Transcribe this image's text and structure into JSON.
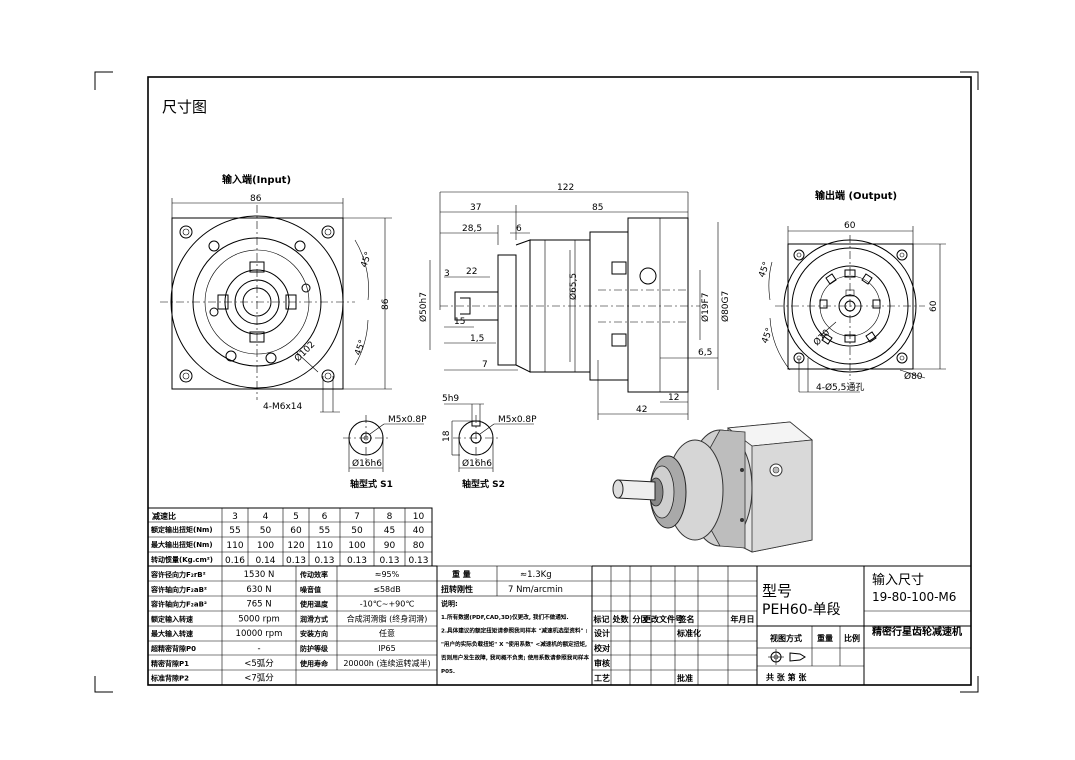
{
  "sheet": {
    "section_title": "尺寸图",
    "input_title": "输入端(Input)",
    "output_title": "输出端 (Output)",
    "shaft_s1_caption": "轴型式 S1",
    "shaft_s2_caption": "轴型式 S2"
  },
  "input_view": {
    "width": "86",
    "height": "86",
    "angle_top": "45°",
    "angle_bottom": "45°",
    "pcd": "Ø102",
    "holes": "4-M6x14"
  },
  "side_view": {
    "total": "122",
    "d37": "37",
    "d85": "85",
    "d28_5": "28,5",
    "d6": "6",
    "d3": "3",
    "d22": "22",
    "d15": "15",
    "d1_5": "1,5",
    "d7": "7",
    "d6_5": "6,5",
    "d12": "12",
    "d42": "42",
    "dia50": "Ø50h7",
    "dia65": "Ø65,5",
    "dia19": "Ø19F7",
    "dia80": "Ø80G7"
  },
  "output_view": {
    "width": "60",
    "height": "60",
    "angle_top": "45°",
    "angle_bottom": "45°",
    "pcd": "Ø70",
    "dia80": "Ø80",
    "holes": "4-Ø5,5通孔"
  },
  "shaft_s1": {
    "thread": "M5x0.8P",
    "dia": "Ø16h6"
  },
  "shaft_s2": {
    "key": "5h9",
    "height": "18",
    "thread": "M5x0.8P",
    "dia": "Ø16h6"
  },
  "ratio_table": {
    "header_label": "减速比",
    "ratios": [
      "3",
      "4",
      "5",
      "6",
      "7",
      "8",
      "10"
    ],
    "rows": [
      {
        "label": "额定输出扭矩(Nm)",
        "values": [
          "55",
          "50",
          "60",
          "55",
          "50",
          "45",
          "40"
        ]
      },
      {
        "label": "最大输出扭矩(Nm)",
        "values": [
          "110",
          "100",
          "120",
          "110",
          "100",
          "90",
          "80"
        ]
      },
      {
        "label": "转动惯量(Kg.cm²)",
        "values": [
          "0.16",
          "0.14",
          "0.13",
          "0.13",
          "0.13",
          "0.13",
          "0.13"
        ]
      }
    ]
  },
  "spec_table": {
    "left": [
      {
        "label": "容许径向力F₂rB²",
        "value": "1530 N"
      },
      {
        "label": "容许轴向力F₂aB²",
        "value": "630 N"
      },
      {
        "label": "容许轴向力F₂aB²",
        "value": "765 N"
      },
      {
        "label": "额定输入转速",
        "value": "5000 rpm"
      },
      {
        "label": "最大输入转速",
        "value": "10000 rpm"
      },
      {
        "label": "超精密背隙P0",
        "value": "-"
      },
      {
        "label": "精密背隙P1",
        "value": "<5弧分"
      },
      {
        "label": "标准背隙P2",
        "value": "<7弧分"
      }
    ],
    "middle": [
      {
        "label": "传动效率",
        "value": "≈95%"
      },
      {
        "label": "噪音值",
        "value": "≤58dB"
      },
      {
        "label": "使用温度",
        "value": "-10℃~+90℃"
      },
      {
        "label": "润滑方式",
        "value": "合成润滑脂 (终身润滑)"
      },
      {
        "label": "安装方向",
        "value": "任意"
      },
      {
        "label": "防护等级",
        "value": "IP65"
      },
      {
        "label": "使用寿命",
        "value": "20000h (连续运转减半)"
      }
    ],
    "weight_label": "重 量",
    "weight_value": "≈1.3Kg",
    "rigidity_label": "扭转刚性",
    "rigidity_value": "7 Nm/arcmin",
    "notes_title": "说明:",
    "notes": [
      "1.所有数据(PDF,CAD,3D)仅更改, 我们不做通知.",
      "2.具体建议的额定扭矩请参照我司样本 \"减速机选型资料\" :",
      "\"用户的实际负载扭矩\" X \"使用系数\" <减速机的额定扭矩,",
      "否则用户发生故障, 我司概不负责; 使用系数请参照我司样本",
      "P05."
    ]
  },
  "title_block": {
    "rev_headers": [
      "标记",
      "处数",
      "分区",
      "更改文件号",
      "签名",
      "年月日"
    ],
    "design": "设计",
    "standardize": "标准化",
    "check": "校对",
    "review": "审核",
    "process": "工艺",
    "approve": "批准",
    "model_label": "型号",
    "model_value": "PEH60-单段",
    "input_size_label": "输入尺寸",
    "input_size_value": "19-80-100-M6",
    "view_method": "视图方式",
    "weight": "重量",
    "scale": "比例",
    "product_name": "精密行星齿轮减速机",
    "sheet_text": "共  张 第  张"
  }
}
